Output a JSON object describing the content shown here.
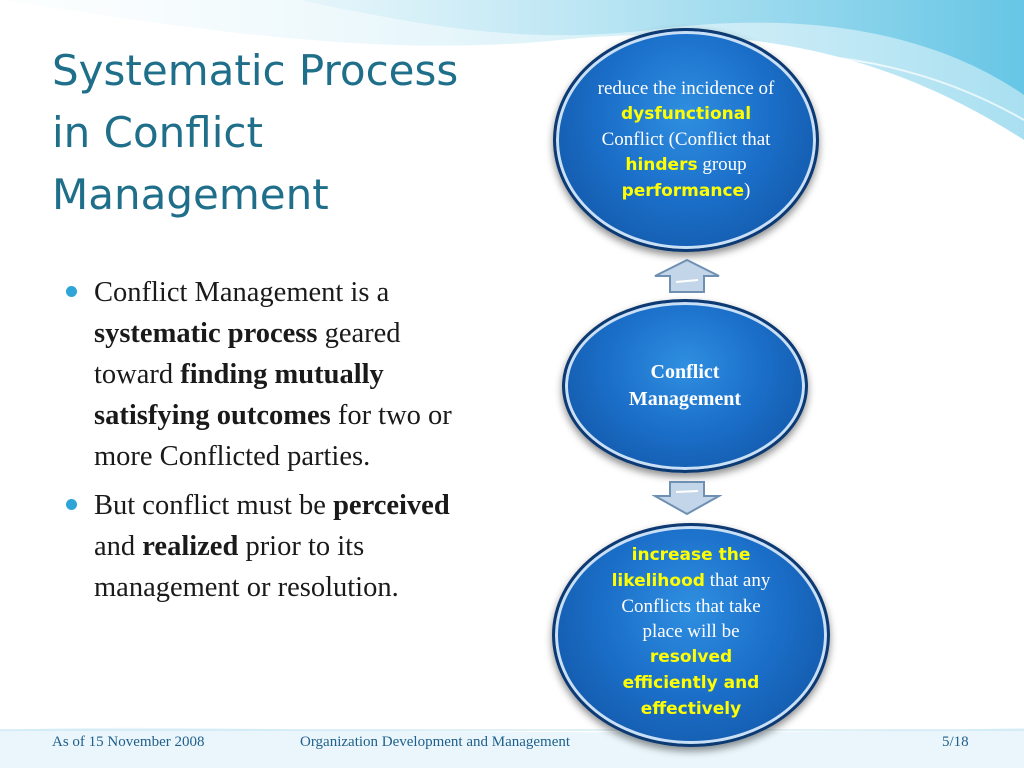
{
  "title": {
    "line1": "Systematic Process",
    "line2": "in Conflict",
    "line3": "Management"
  },
  "bullets": {
    "b1": {
      "t1": "Conflict Management is a ",
      "bold1": "systematic process",
      "t2": " geared toward ",
      "bold2": "finding mutually satisfying outcomes",
      "t3": " for two or more Conflicted parties."
    },
    "b2": {
      "t1": "But conflict must be ",
      "bold1": "perceived",
      "t2": " and ",
      "bold2": "realized",
      "t3": " prior to its management or resolution."
    }
  },
  "diagram": {
    "top": {
      "p1": "reduce the incidence of",
      "hl1": "dysfunctional",
      "p2": "Conflict (Conflict that",
      "hl2": "hinders",
      "p3": "group",
      "hl3": "performance",
      "p4": ")"
    },
    "middle": {
      "text": "Conflict Management"
    },
    "bottom": {
      "hl1": "increase the likelihood",
      "p1": "that any Conflicts that take place will be",
      "hl2": "resolved efficiently and effectively"
    }
  },
  "footer": {
    "date": "As of 15 November 2008",
    "course": "Organization Development and Management",
    "page": "5/18"
  },
  "colors": {
    "title": "#1f6f8b",
    "circle": "#1b6fc9",
    "highlight": "#ffff00",
    "bullet": "#2fa4d6"
  }
}
